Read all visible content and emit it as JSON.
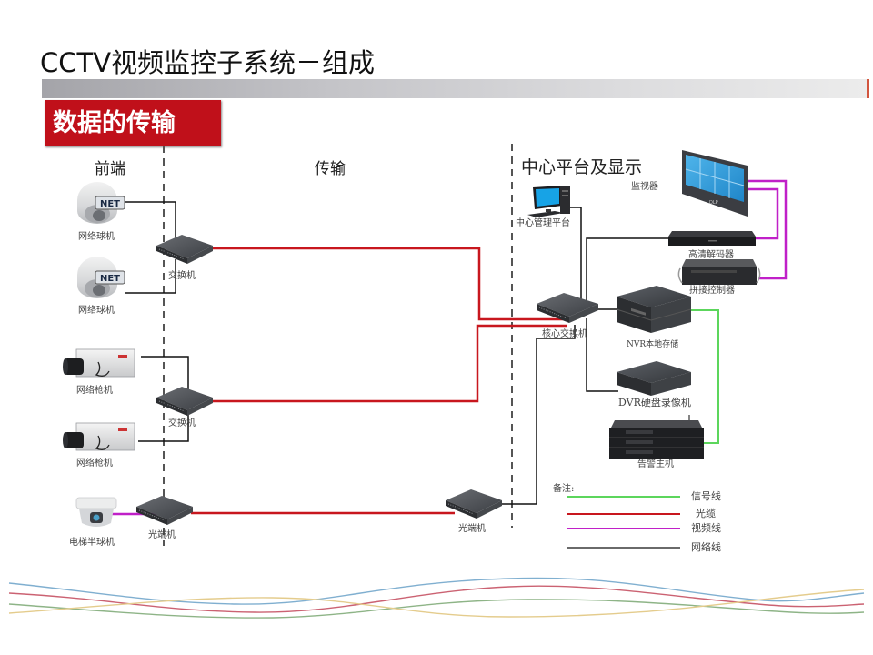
{
  "header": {
    "title": "CCTV视频监控子系统－组成",
    "section_badge": "数据的传输"
  },
  "zones": {
    "front_end": "前端",
    "transmission": "传输",
    "center": "中心平台及显示"
  },
  "devices": {
    "dome_camera_1": "网络球机",
    "dome_camera_2": "网络球机",
    "net_badge": "NET",
    "switch_1": "交换机",
    "box_camera_1": "网络枪机",
    "box_camera_2": "网络枪机",
    "switch_2": "交换机",
    "elevator_dome": "电梯半球机",
    "optical_transceiver_front": "光端机",
    "optical_transceiver_center": "光端机",
    "management_pc": "中心管理平台",
    "video_wall": "监视器",
    "video_wall_brand": "DLP",
    "hd_decoder": "高清解码器",
    "splicing_controller": "拼接控制器",
    "core_switch": "核心交换机",
    "nvr": "NVR本地存储",
    "dvr": "DVR硬盘录像机",
    "alarm_host": "告警主机"
  },
  "legend": {
    "title": "备注:",
    "items": [
      {
        "label": "信号线",
        "color": "#5cd65c"
      },
      {
        "label": "光缆",
        "color": "#c8171e"
      },
      {
        "label": "视频线",
        "color": "#c020c8"
      },
      {
        "label": "网络线",
        "color": "#111111"
      }
    ]
  },
  "colors": {
    "badge_red": "#c0101a",
    "fiber": "#c8171e",
    "video": "#c020c8",
    "signal": "#5cd65c",
    "network": "#111111"
  }
}
